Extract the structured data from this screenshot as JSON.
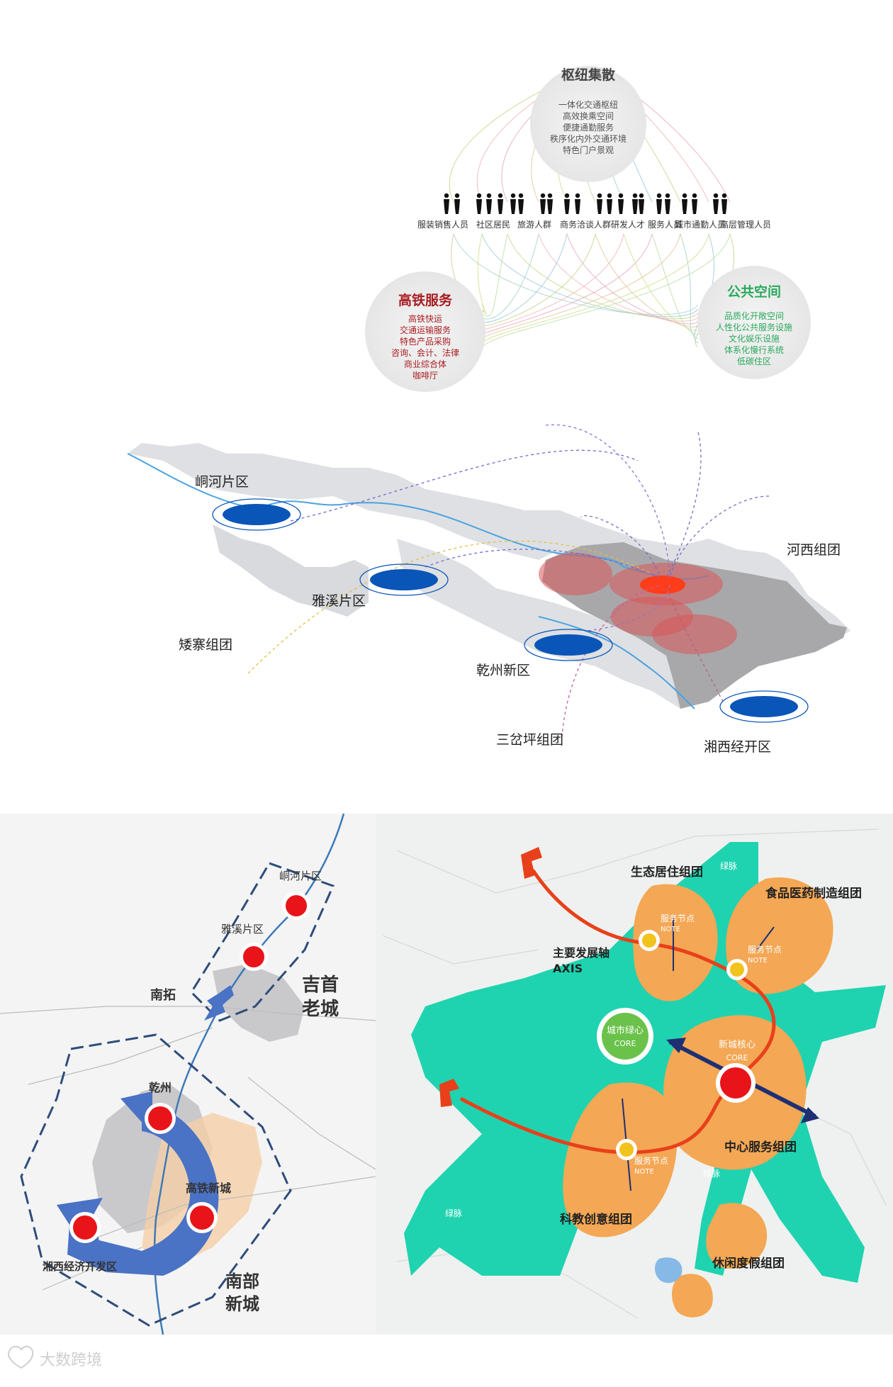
{
  "hub": {
    "title": "枢纽集散",
    "items": [
      "一体化交通枢纽",
      "高效换乘空间",
      "便捷通勤服务",
      "秩序化内外交通环境",
      "特色门户景观"
    ]
  },
  "rail": {
    "title": "高铁服务",
    "items": [
      "高铁快运",
      "交通运输服务",
      "特色产品采购",
      "咨询、会计、法律",
      "商业综合体",
      "咖啡厅"
    ]
  },
  "public": {
    "title": "公共空间",
    "items": [
      "品质化开敞空间",
      "人性化公共服务设施",
      "文化娱乐设施",
      "体系化慢行系统",
      "低碳住区"
    ]
  },
  "people": [
    "服装销售人员",
    "社区居民",
    "旅游人群",
    "商务洽谈人群",
    "研发人才",
    "服务人员",
    "城市通勤人员",
    "高层管理人员"
  ],
  "map1": {
    "labels": [
      "峒河片区",
      "雅溪片区",
      "矮寨组团",
      "乾州新区",
      "三岔坪组团",
      "湘西经开区",
      "河西组团"
    ]
  },
  "map2": {
    "labels": [
      "峒河片区",
      "雅溪片区",
      "南拓",
      "吉首",
      "老城",
      "乾州",
      "高铁新城",
      "湘西经济开发区",
      "南部",
      "新城"
    ]
  },
  "map3": {
    "labels": {
      "eco": "生态居住组团",
      "food": "食品医药制造组团",
      "axis1": "主要发展轴",
      "axis2": "AXIS",
      "green": "城市绿心",
      "green_core": "CORE",
      "newcore": "新城核心",
      "newcore_core": "CORE",
      "center": "中心服务组团",
      "sci": "科教创意组团",
      "leisure": "休闲度假组团",
      "node": "服务节点",
      "note": "NOTE",
      "vein": "绿脉"
    }
  },
  "watermark": "大数跨境",
  "colors": {
    "blue": "#0a55b8",
    "red": "#e8141a",
    "orange": "#f4a754",
    "teal": "#1fd3b0",
    "rail": "#a81d22",
    "public": "#2aa95e"
  }
}
